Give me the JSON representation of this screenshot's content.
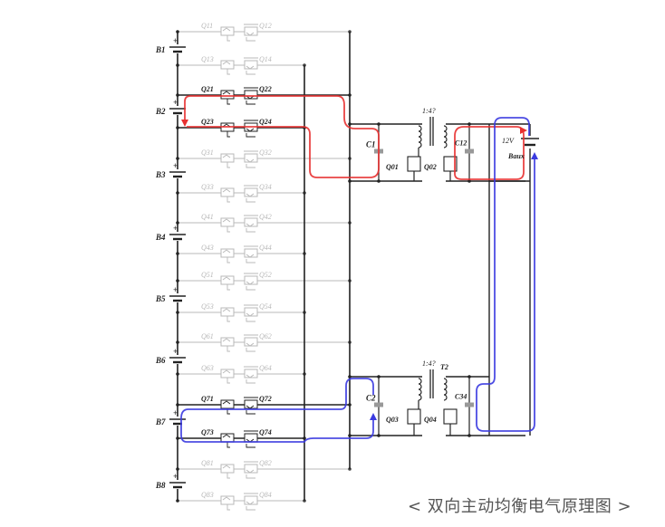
{
  "figure": {
    "caption": "< 双向主动均衡电气原理图 >",
    "colors": {
      "active_wire": "#222222",
      "inactive_wire": "#b8b8b8",
      "charge_path": "#e83030",
      "discharge_path": "#3a3ae0",
      "background": "#ffffff"
    }
  },
  "cells": [
    {
      "label": "B1",
      "active": false
    },
    {
      "label": "B2",
      "active": true,
      "path": "red"
    },
    {
      "label": "B3",
      "active": false
    },
    {
      "label": "B4",
      "active": false
    },
    {
      "label": "B5",
      "active": false
    },
    {
      "label": "B6",
      "active": false
    },
    {
      "label": "B7",
      "active": true,
      "path": "blue"
    },
    {
      "label": "B8",
      "active": false
    }
  ],
  "switch_rows": [
    {
      "left": "Q11",
      "right": "Q12",
      "active": false
    },
    {
      "left": "Q13",
      "right": "Q14",
      "active": false
    },
    {
      "left": "Q21",
      "right": "Q22",
      "active": true
    },
    {
      "left": "Q23",
      "right": "Q24",
      "active": true
    },
    {
      "left": "Q31",
      "right": "Q32",
      "active": false
    },
    {
      "left": "Q33",
      "right": "Q34",
      "active": false
    },
    {
      "left": "Q41",
      "right": "Q42",
      "active": false
    },
    {
      "left": "Q43",
      "right": "Q44",
      "active": false
    },
    {
      "left": "Q51",
      "right": "Q52",
      "active": false
    },
    {
      "left": "Q53",
      "right": "Q54",
      "active": false
    },
    {
      "left": "Q61",
      "right": "Q62",
      "active": false
    },
    {
      "left": "Q63",
      "right": "Q64",
      "active": false
    },
    {
      "left": "Q71",
      "right": "Q72",
      "active": true
    },
    {
      "left": "Q73",
      "right": "Q74",
      "active": true
    },
    {
      "left": "Q81",
      "right": "Q82",
      "active": false
    },
    {
      "left": "Q83",
      "right": "Q84",
      "active": false
    }
  ],
  "converters": [
    {
      "name": "upper",
      "capacitor_primary": "C1",
      "switch_primary": "Q01",
      "transformer_ratio": "1:4?",
      "transformer_label": "",
      "switch_secondary": "Q02",
      "capacitor_secondary": "C12"
    },
    {
      "name": "lower",
      "capacitor_primary": "C2",
      "switch_primary": "Q03",
      "transformer_ratio": "1:4?",
      "transformer_label": "T2",
      "switch_secondary": "Q04",
      "capacitor_secondary": "C34"
    }
  ],
  "aux_battery": {
    "voltage": "12V",
    "label": "Baux"
  },
  "icons": {
    "battery": "battery-cell-icon",
    "mosfet": "mosfet-switch-icon",
    "capacitor": "capacitor-icon",
    "transformer": "transformer-icon",
    "arrow": "current-direction-arrow-icon"
  }
}
